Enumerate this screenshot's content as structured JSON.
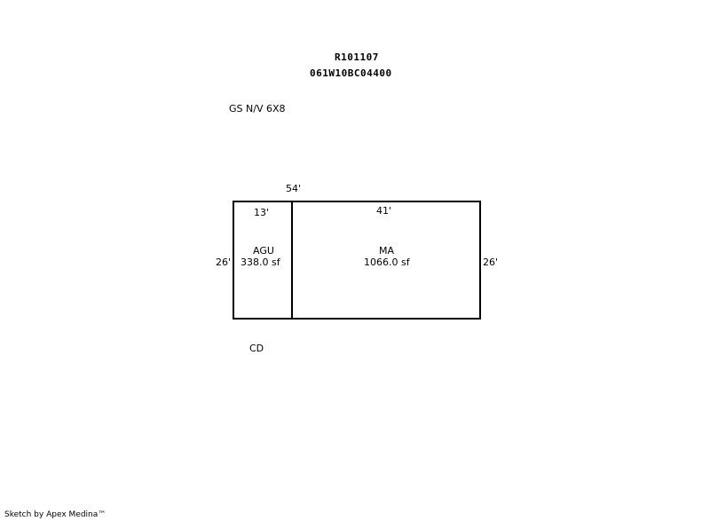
{
  "header": {
    "parcel_id": "R101107",
    "map_number": "061W10BC04400"
  },
  "notes": {
    "outbuilding": "GS N/V 6X8",
    "condition": "CD"
  },
  "sketch": {
    "overall_width_label": "54'",
    "left_height_label": "26'",
    "right_height_label": "26'",
    "areas": [
      {
        "code": "AGU",
        "area": "338.0 sf",
        "width_label": "13'"
      },
      {
        "code": "MA",
        "area": "1066.0 sf",
        "width_label": "41'"
      }
    ]
  },
  "footer": {
    "credit": "Sketch by Apex Medina™"
  }
}
